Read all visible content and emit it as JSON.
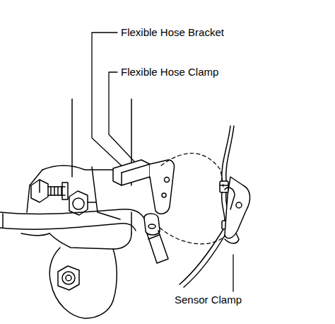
{
  "diagram": {
    "labels": [
      "Flexible Hose Bracket",
      "Flexible Hose Clamp",
      "Sensor Clamp"
    ]
  }
}
